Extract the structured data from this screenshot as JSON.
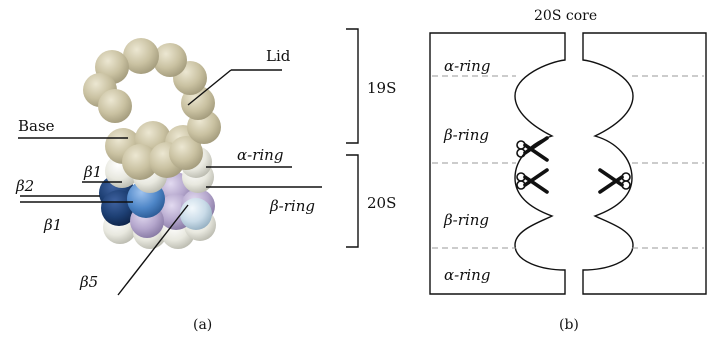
{
  "panel_a": {
    "labels": {
      "lid": "Lid",
      "base": "Base",
      "alpha_ring": "α-ring",
      "beta_ring": "β-ring",
      "beta2": "β2",
      "beta1_top": "β1",
      "beta1_bottom": "β1",
      "beta5": "β5"
    },
    "brackets": {
      "nineteen_s": "19S",
      "twenty_s": "20S"
    },
    "caption": "(a)",
    "colors": {
      "lid_base": "#cdc6a8",
      "alpha_ring": "#eeeee6",
      "beta2": "#1d3f73",
      "beta1": "#4f87c8",
      "beta5": "#c9dbe8",
      "beta_other": "#b4a6cc"
    }
  },
  "panel_b": {
    "title": "20S core",
    "ring_labels": [
      "α-ring",
      "β-ring",
      "β-ring",
      "α-ring"
    ],
    "scissors_count": 3,
    "caption": "(b)"
  }
}
